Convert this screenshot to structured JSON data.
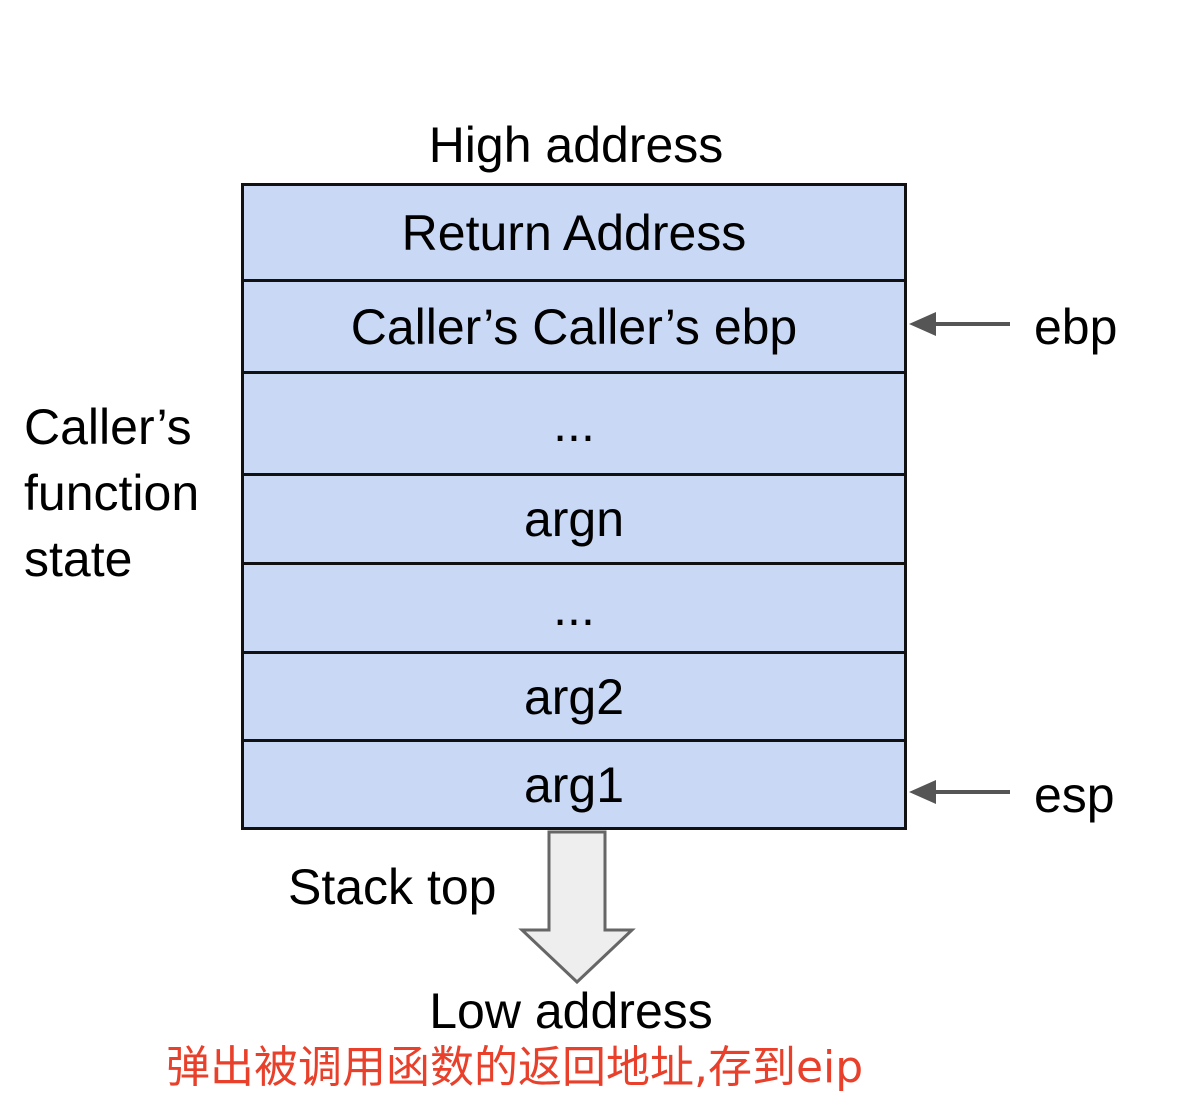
{
  "diagram": {
    "high_address": "High address",
    "low_address": "Low address",
    "stack_top": "Stack top",
    "caller_state": "Caller’s function state",
    "ebp": "ebp",
    "esp": "esp",
    "note": "弹出被调用函数的返回地址,存到eip",
    "cells": [
      "Return Address",
      "Caller’s Caller’s ebp",
      "...",
      "argn",
      "...",
      "arg2",
      "arg1"
    ]
  },
  "colors": {
    "cell_fill": "#c9d8f5",
    "border": "#111111",
    "pointer_arrow": "#555555",
    "down_arrow_fill": "#eeeeee",
    "note_text": "#e8402a"
  }
}
